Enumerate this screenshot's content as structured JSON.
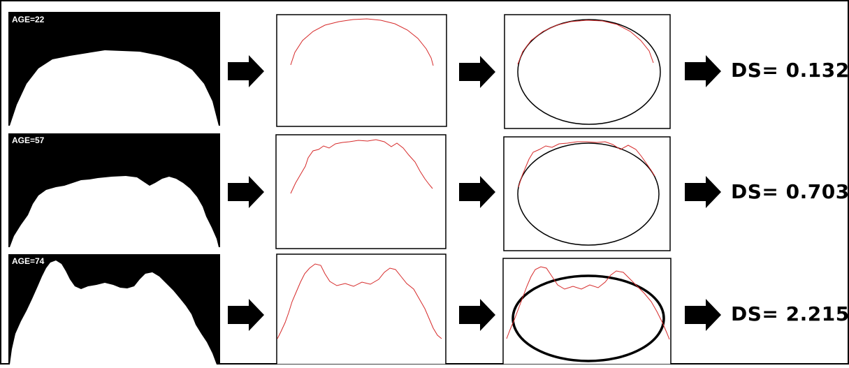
{
  "rows": [
    {
      "age_label": "AGE=22",
      "ds_label": "DS= 0.132"
    },
    {
      "age_label": "AGE=57",
      "ds_label": "DS= 0.703"
    },
    {
      "age_label": "AGE=74",
      "ds_label": "DS= 2.215"
    }
  ],
  "colors": {
    "contour": "#d62a2a",
    "ellipse": "#000000",
    "mask_bg": "#000000",
    "mask_fg": "#ffffff"
  },
  "icons": {
    "arrow": "arrow-right-icon"
  }
}
